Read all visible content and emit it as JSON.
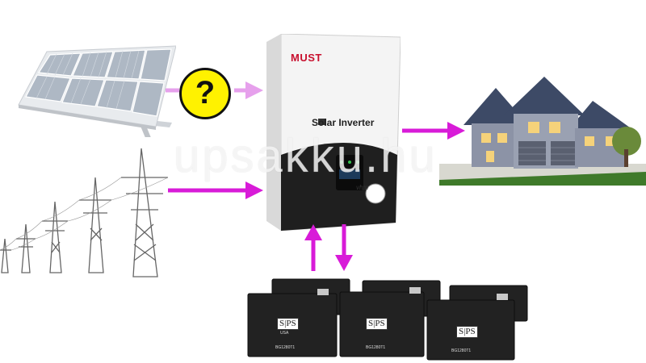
{
  "inverter": {
    "brand": "MUST",
    "model": "Solar Inverter",
    "series": "vhm"
  },
  "unknown_marker": "?",
  "watermark": "upsakku.hu",
  "batteries": {
    "brand": "S|PS",
    "origin": "USA",
    "model": "BG1280T1"
  },
  "colors": {
    "arrow": "#d81bd8",
    "arrow_light": "#e6a0ec",
    "question_bg": "#fff200",
    "brand_red": "#c8102e"
  },
  "icons": [
    "solar-panel-icon",
    "power-pylon-icon",
    "inverter-icon",
    "house-icon",
    "battery-icon",
    "question-icon"
  ]
}
